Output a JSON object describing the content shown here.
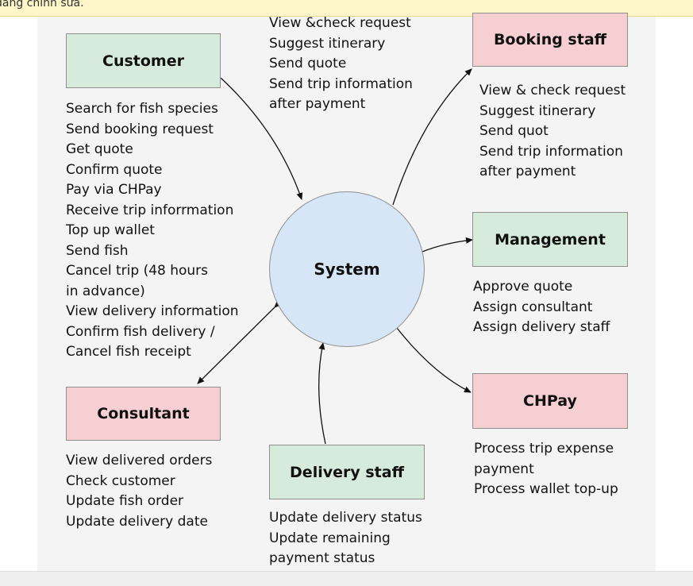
{
  "banner": {
    "text": "đang chỉnh sửa."
  },
  "diagram": {
    "center": "System",
    "actors": {
      "customer": "Customer",
      "booking_staff": "Booking staff",
      "management": "Management",
      "chpay": "CHPay",
      "delivery_staff": "Delivery staff",
      "consultant": "Consultant"
    },
    "top_note": [
      "View &check request",
      "Suggest itinerary",
      "Send quote",
      "Send trip information",
      "after payment"
    ],
    "customer_items": [
      "Search for fish species",
      "Send booking request",
      "Get quote",
      "Confirm quote",
      "Pay via CHPay",
      "Receive trip inforrmation",
      "Top up wallet",
      "Send fish",
      "Cancel trip (48 hours",
      "in advance)",
      "View delivery information",
      "Confirm fish delivery /",
      "Cancel fish receipt"
    ],
    "booking_items": [
      "View & check request",
      "Suggest itinerary",
      "Send quot",
      "Send trip information",
      "after payment"
    ],
    "management_items": [
      "Approve quote",
      "Assign consultant",
      "Assign delivery staff"
    ],
    "chpay_items": [
      "Process trip expense",
      "payment",
      "Process wallet top-up"
    ],
    "consultant_items": [
      "View delivered orders",
      "Check customer",
      "Update fish order",
      "Update delivery date"
    ],
    "delivery_items": [
      "Update delivery status",
      "Update remaining",
      "payment status"
    ],
    "colors": {
      "actor_green": "#d6ebdc",
      "actor_pink": "#f5cfd2",
      "system_blue": "#d6e6f7",
      "banner_yellow": "#fdf6c9"
    }
  }
}
